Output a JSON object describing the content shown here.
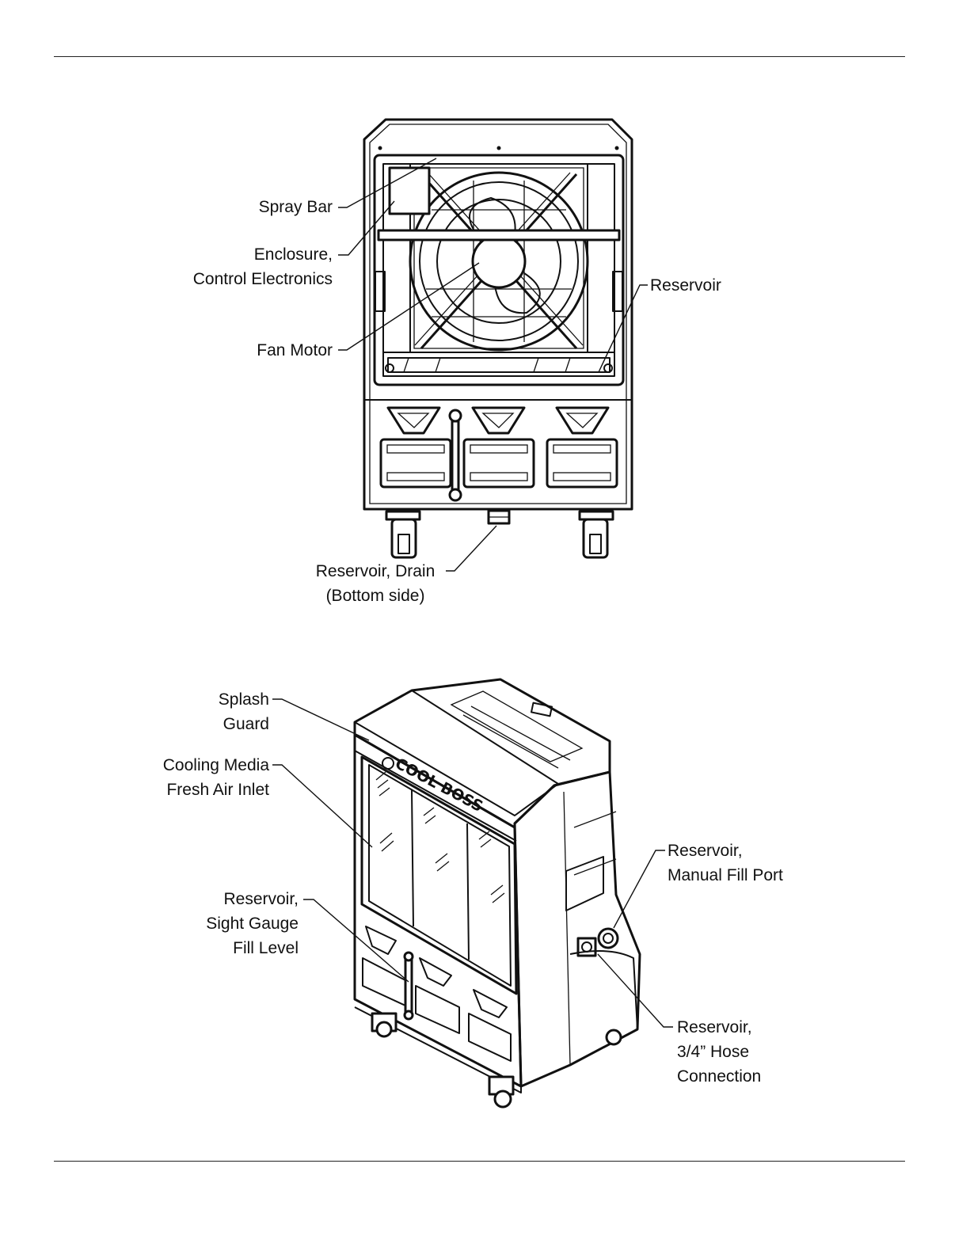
{
  "colors": {
    "ink": "#111111",
    "paper": "#ffffff"
  },
  "figure_front": {
    "labels": {
      "spray_bar": [
        "Spray Bar"
      ],
      "enclosure": [
        "Enclosure,",
        "Control Electronics"
      ],
      "fan_motor": [
        "Fan Motor"
      ],
      "reservoir": [
        "Reservoir"
      ],
      "reservoir_drain": [
        "Reservoir, Drain",
        "(Bottom side)"
      ]
    }
  },
  "figure_iso": {
    "brand": "COOL BOSS",
    "labels": {
      "splash_guard": [
        "Splash",
        "Guard"
      ],
      "cooling_media": [
        "Cooling Media",
        "Fresh Air Inlet"
      ],
      "sight_gauge": [
        "Reservoir,",
        "Sight Gauge",
        "Fill Level"
      ],
      "manual_fill": [
        "Reservoir,",
        "Manual Fill Port"
      ],
      "hose_connection": [
        "Reservoir,",
        "3/4” Hose",
        "Connection"
      ]
    }
  }
}
